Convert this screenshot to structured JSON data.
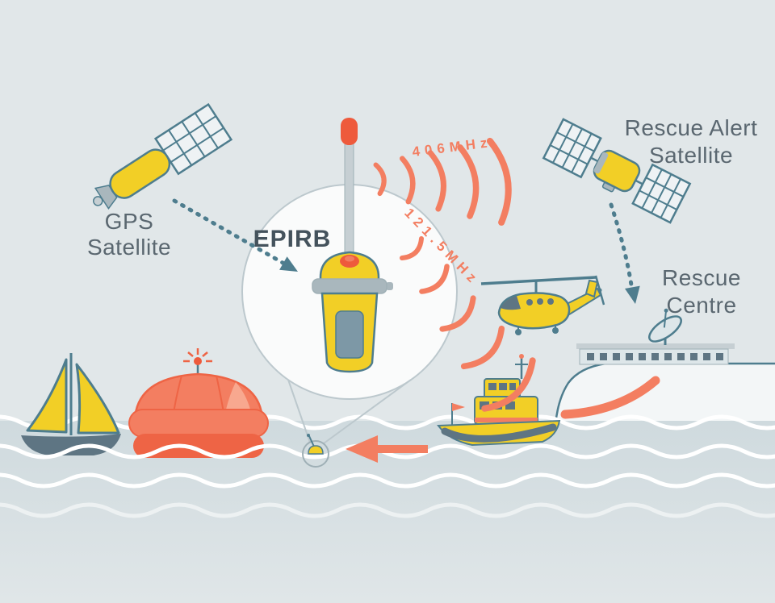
{
  "diagram": {
    "gps_satellite": {
      "label_line1": "GPS",
      "label_line2": "Satellite"
    },
    "rescue_alert_satellite": {
      "label_line1": "Rescue Alert",
      "label_line2": "Satellite"
    },
    "rescue_centre": {
      "label_line1": "Rescue",
      "label_line2": "Centre"
    },
    "epirb": {
      "label": "EPIRB"
    },
    "signals": {
      "satellite_frequency": "406MHz",
      "homing_frequency": "121.5MHz"
    }
  },
  "colors": {
    "sky": "#e1e7e9",
    "sea_top": "#cfdade",
    "sea_bottom": "#e0e6e8",
    "wave": "#ffffff",
    "yellow": "#f2cf26",
    "salmon": "#f37e61",
    "salmon_deep": "#ee6445",
    "salmon_light": "#f8a88f",
    "red_flash": "#ee5a3c",
    "teal": "#4e7d8e",
    "slate_text": "#5a6770",
    "dark_text": "#44525c",
    "gray": "#a9b7bd",
    "light_gray": "#c6cfd3",
    "panel_blue": "#7d98a6",
    "panel_bg": "#eef2f4",
    "cliff": "#f3f6f7",
    "building": "#dde6e9",
    "window": "#5e7583",
    "circle_stroke": "#bcc8cd",
    "circle_fill": "#fafbfb"
  }
}
